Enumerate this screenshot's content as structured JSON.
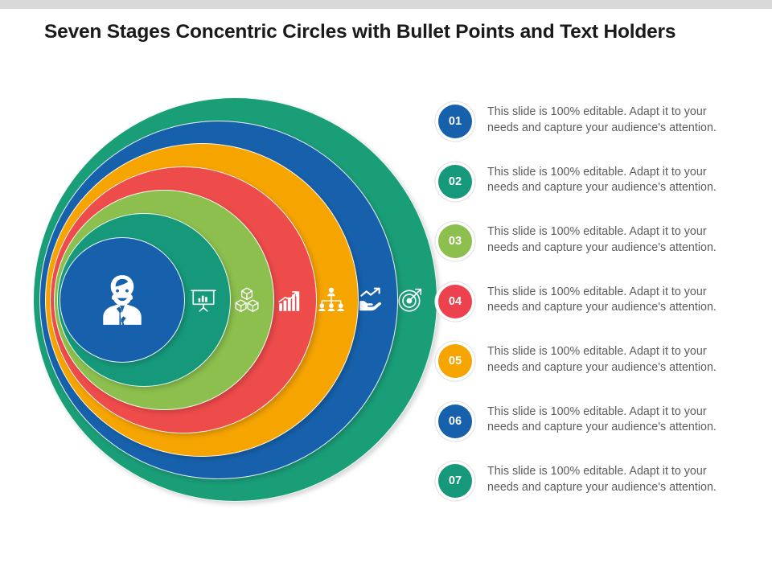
{
  "slide": {
    "title": "Seven Stages Concentric Circles with Bullet Points and Text Holders",
    "background_color": "#ffffff",
    "top_band_color": "#d9d9d9",
    "title_color": "#1a1a1a",
    "body_text_color": "#5c5c5c"
  },
  "diagram": {
    "type": "concentric-circles",
    "stage_count": 7,
    "rings": [
      {
        "index": 7,
        "label": "07",
        "color": "#1a9e78",
        "icon": "target-arrow-icon",
        "icon_color": "#ffffff"
      },
      {
        "index": 6,
        "label": "06",
        "color": "#1761ac",
        "icon": "hand-growth-chart-icon",
        "icon_color": "#ffffff"
      },
      {
        "index": 5,
        "label": "05",
        "color": "#f5a400",
        "icon": "network-people-icon",
        "icon_color": "#ffffff"
      },
      {
        "index": 4,
        "label": "04",
        "color": "#ee4b4b",
        "icon": "growth-bar-chart-icon",
        "icon_color": "#ffffff"
      },
      {
        "index": 3,
        "label": "03",
        "color": "#8cbf4d",
        "icon": "stacked-cubes-icon",
        "icon_color": "#ffffff"
      },
      {
        "index": 2,
        "label": "02",
        "color": "#16997a",
        "icon": "presentation-chart-icon",
        "icon_color": "#ffffff"
      },
      {
        "index": 1,
        "label": "01",
        "color": "#1761ac",
        "icon": "businessman-icon",
        "icon_color": "#ffffff"
      }
    ]
  },
  "list": {
    "items": [
      {
        "number": "01",
        "color": "#1761ac",
        "text": "This slide is 100% editable.  Adapt it to your needs and capture your audience's attention."
      },
      {
        "number": "02",
        "color": "#16997a",
        "text": "This slide is 100% editable.  Adapt it to your needs and capture your audience's attention."
      },
      {
        "number": "03",
        "color": "#8cbf4d",
        "text": "This slide is 100% editable.  Adapt it to your needs and capture your audience's attention."
      },
      {
        "number": "04",
        "color": "#ee4150",
        "text": "This slide is 100% editable.  Adapt it to your needs and capture your audience's attention."
      },
      {
        "number": "05",
        "color": "#f5a400",
        "text": "This slide is 100% editable.  Adapt it to your needs and capture your audience's attention."
      },
      {
        "number": "06",
        "color": "#1761ac",
        "text": "This slide is 100% editable.  Adapt it to your needs and capture your audience's attention."
      },
      {
        "number": "07",
        "color": "#16997a",
        "text": "This slide is 100% editable.  Adapt it to your needs and capture your audience's attention."
      }
    ]
  }
}
